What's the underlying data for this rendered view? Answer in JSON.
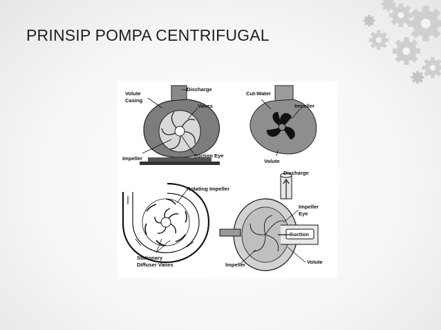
{
  "slide": {
    "title": "PRINSIP POMPA CENTRIFUGAL"
  },
  "decoration": {
    "icon": "gears-icon",
    "colors": {
      "gear_light": "#d9d9d9",
      "gear_mid": "#bdbdbd",
      "gear_dark": "#9a9a9a"
    }
  },
  "diagrams": {
    "top_left": {
      "labels": {
        "volute_casing_1": "Volute",
        "volute_casing_2": "Casing",
        "discharge": "Discharge",
        "vanes": "Vanes",
        "impeller": "Impeller",
        "suction_eye": "Suction Eye"
      }
    },
    "top_right": {
      "labels": {
        "cut_water": "Cut-Water",
        "impeller": "Impeller",
        "volute": "Volute"
      }
    },
    "bottom_left": {
      "labels": {
        "rotating_impeller": "Rotating Impeller",
        "stationary": "Stationary",
        "diffuser_vanes": "Diffuser Vanes"
      }
    },
    "bottom_right": {
      "labels": {
        "discharge": "Discharge",
        "impeller_eye_1": "Impeller",
        "impeller_eye_2": "Eye",
        "suction": "Suction",
        "impeller": "Impeller",
        "volute": "Volute"
      }
    }
  }
}
